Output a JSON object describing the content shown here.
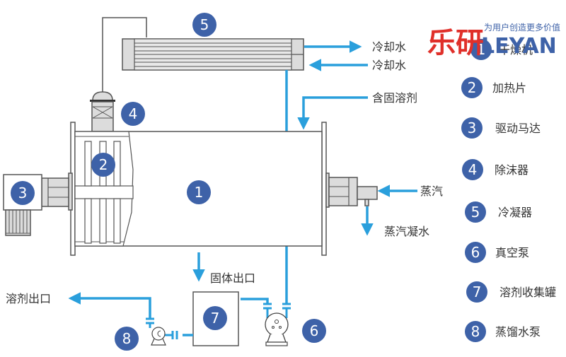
{
  "logo": {
    "cn_text": "乐研",
    "en_text": "LEYAN",
    "slogan": "为用户创造更多价值"
  },
  "colors": {
    "badge": "#3e62a8",
    "pipe": "#2a9fdc",
    "logo_red": "#e0302a",
    "logo_blue": "#3e62a8"
  },
  "diagram": {
    "badges": {
      "dryer": "1",
      "heater": "2",
      "motor": "3",
      "demister": "4",
      "condenser": "5",
      "vacuum_pump": "6",
      "collection_tank": "7",
      "distilled_water_pump": "8"
    },
    "flow_labels": {
      "cooling_water_out": "冷却水",
      "cooling_water_in": "冷却水",
      "solid_solvent_in": "含固溶剂",
      "steam_in": "蒸汽",
      "steam_condensate": "蒸汽凝水",
      "solid_outlet": "固体出口",
      "solvent_outlet": "溶剂出口"
    }
  },
  "legend": [
    {
      "num": "1",
      "label": "干燥机"
    },
    {
      "num": "2",
      "label": "加热片"
    },
    {
      "num": "3",
      "label": "驱动马达"
    },
    {
      "num": "4",
      "label": "除沫器"
    },
    {
      "num": "5",
      "label": "冷凝器"
    },
    {
      "num": "6",
      "label": "真空泵"
    },
    {
      "num": "7",
      "label": "溶剂收集罐"
    },
    {
      "num": "8",
      "label": "蒸馏水泵"
    }
  ]
}
